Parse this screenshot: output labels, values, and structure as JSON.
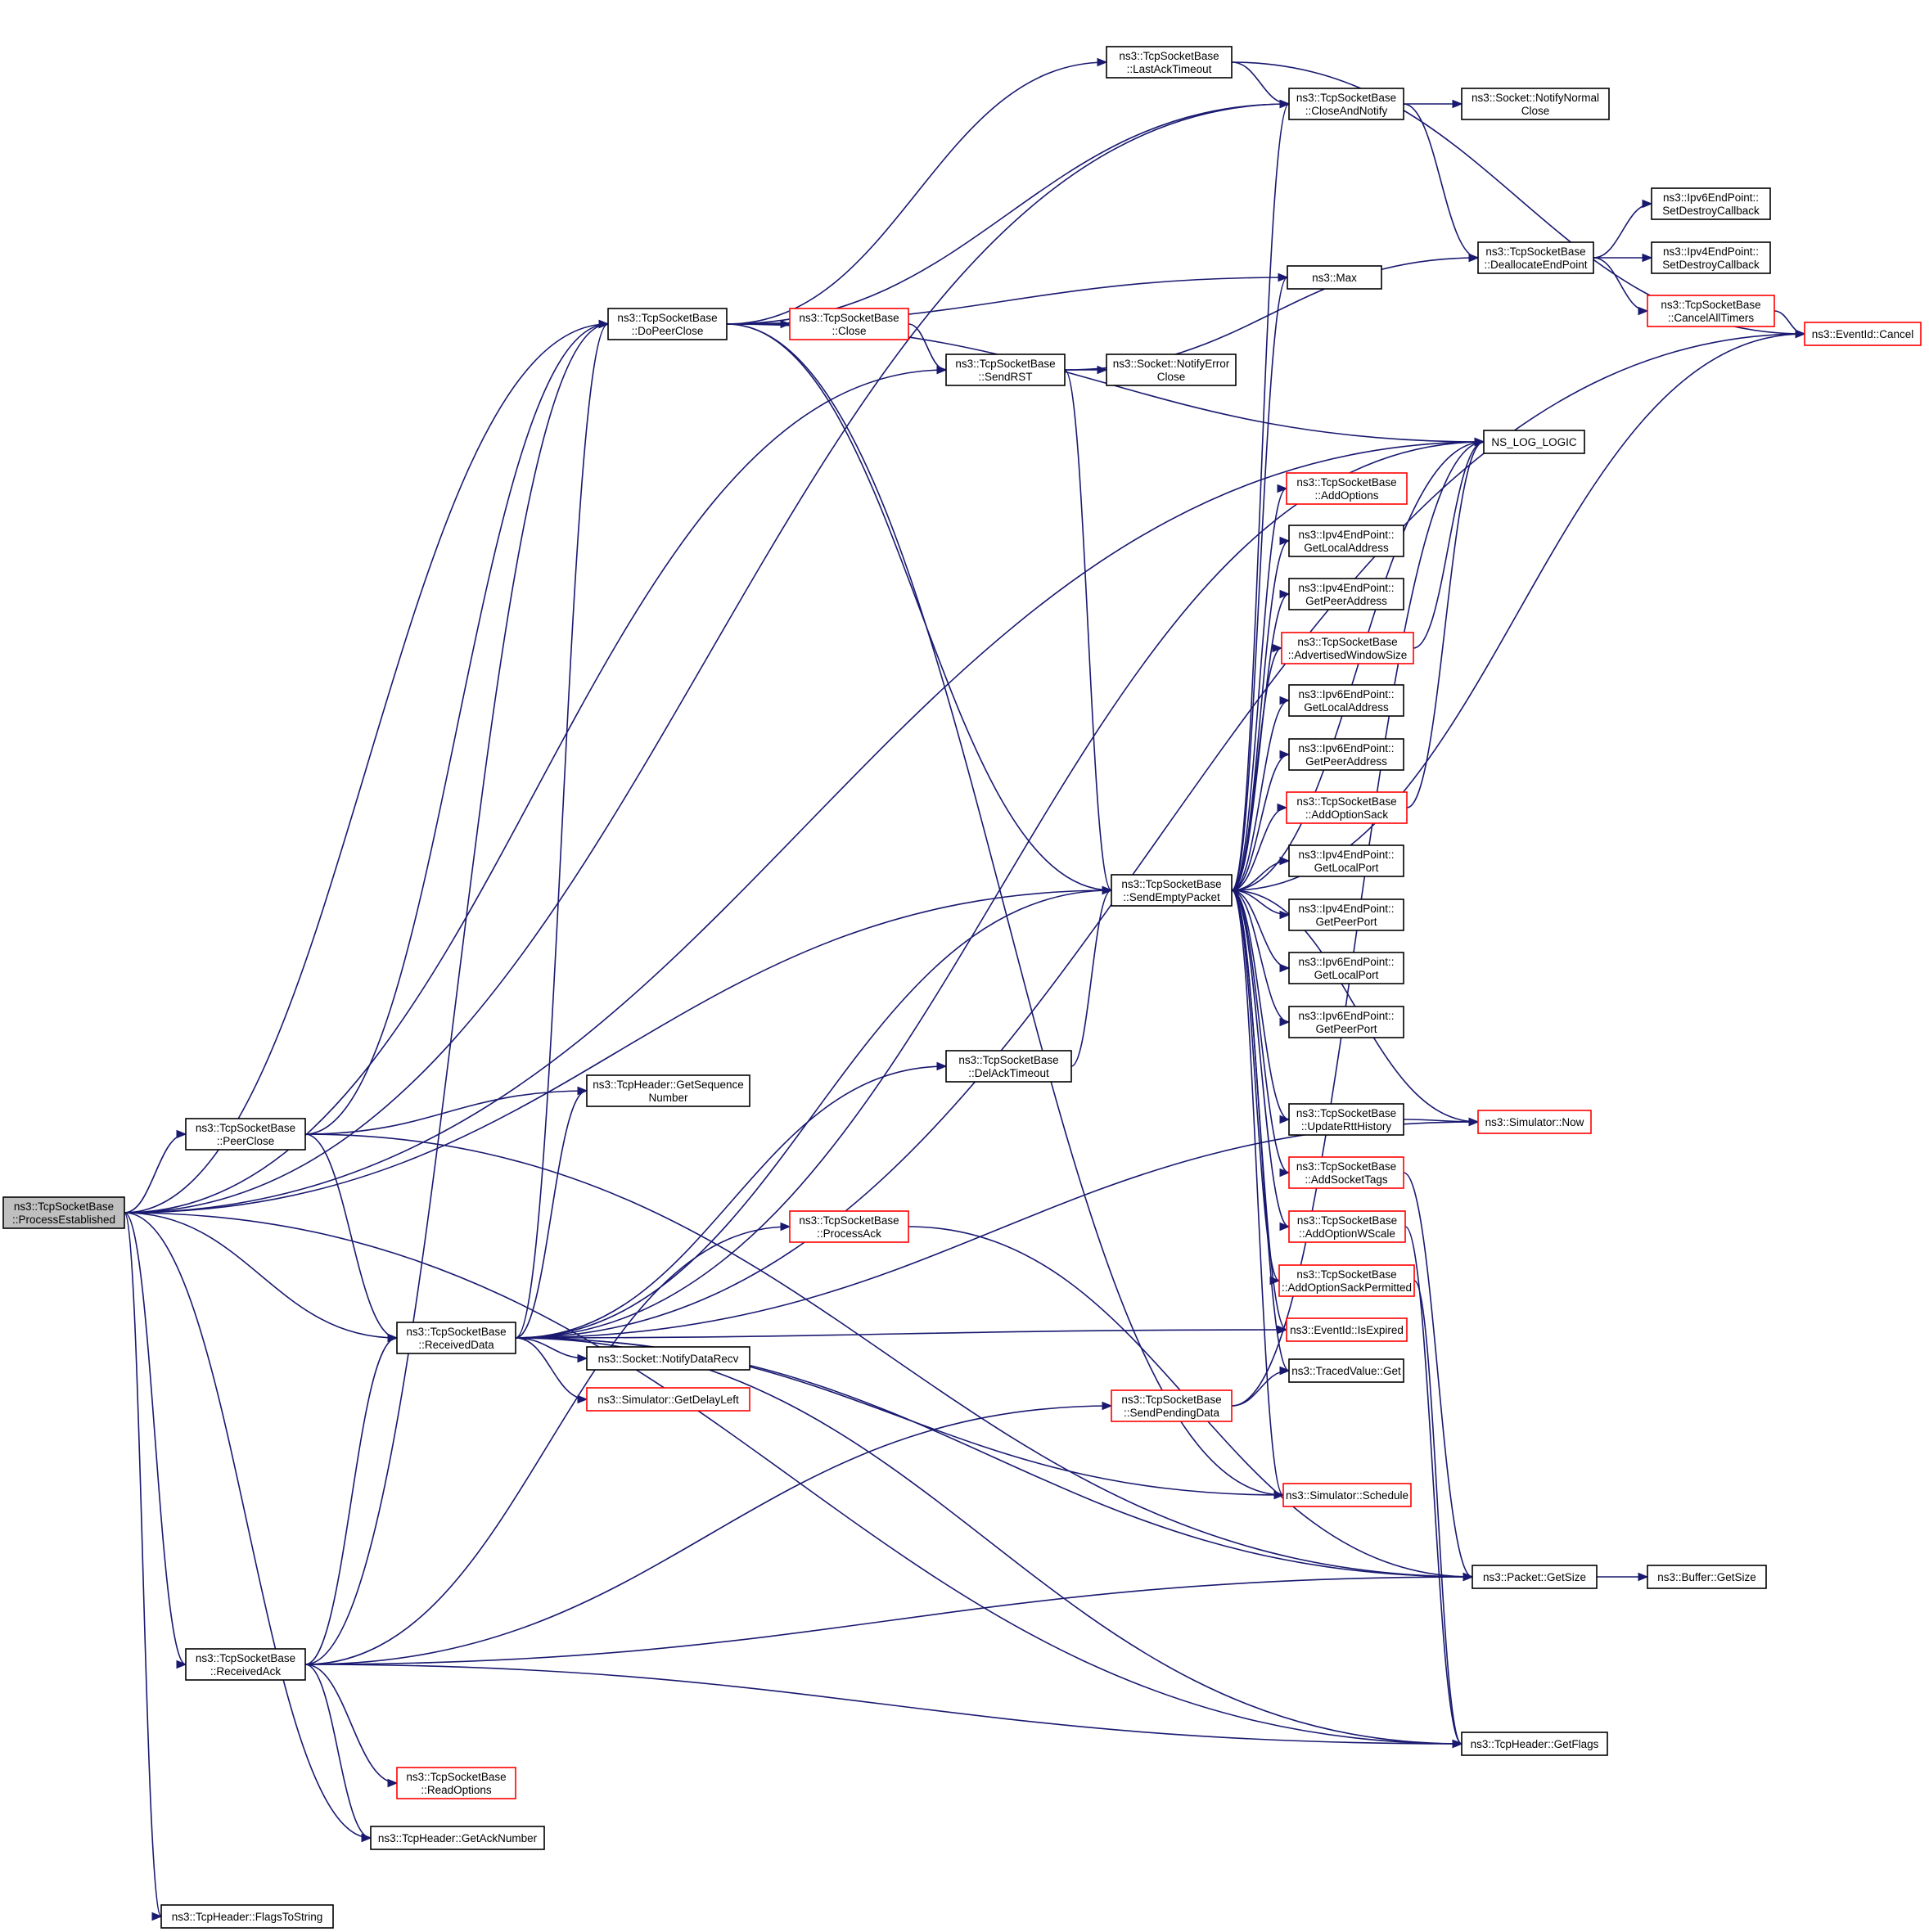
{
  "graph": {
    "colors": {
      "edge": "#191970",
      "default_border": "#000000",
      "truncated_border": "#ff0000",
      "root_fill": "#bfbfbf"
    },
    "nodes": [
      {
        "id": "root",
        "lines": [
          "ns3::TcpSocketBase",
          "::ProcessEstablished"
        ],
        "style": "root"
      },
      {
        "id": "peerclose",
        "lines": [
          "ns3::TcpSocketBase",
          "::PeerClose"
        ],
        "style": "normal"
      },
      {
        "id": "receiveddata",
        "lines": [
          "ns3::TcpSocketBase",
          "::ReceivedData"
        ],
        "style": "normal"
      },
      {
        "id": "receivedack",
        "lines": [
          "ns3::TcpSocketBase",
          "::ReceivedAck"
        ],
        "style": "normal"
      },
      {
        "id": "flagstostring",
        "lines": [
          "ns3::TcpHeader::FlagsToString"
        ],
        "style": "normal"
      },
      {
        "id": "dopeerclose",
        "lines": [
          "ns3::TcpSocketBase",
          "::DoPeerClose"
        ],
        "style": "normal"
      },
      {
        "id": "getseqnum",
        "lines": [
          "ns3::TcpHeader::GetSequence",
          "Number"
        ],
        "style": "normal"
      },
      {
        "id": "notifydatarecv",
        "lines": [
          "ns3::Socket::NotifyDataRecv"
        ],
        "style": "normal"
      },
      {
        "id": "getdelayleft",
        "lines": [
          "ns3::Simulator::GetDelayLeft"
        ],
        "style": "red"
      },
      {
        "id": "readoptions",
        "lines": [
          "ns3::TcpSocketBase",
          "::ReadOptions"
        ],
        "style": "red"
      },
      {
        "id": "getacknumber",
        "lines": [
          "ns3::TcpHeader::GetAckNumber"
        ],
        "style": "normal"
      },
      {
        "id": "close",
        "lines": [
          "ns3::TcpSocketBase",
          "::Close"
        ],
        "style": "red"
      },
      {
        "id": "processack",
        "lines": [
          "ns3::TcpSocketBase",
          "::ProcessAck"
        ],
        "style": "red"
      },
      {
        "id": "lastacktimeout",
        "lines": [
          "ns3::TcpSocketBase",
          "::LastAckTimeout"
        ],
        "style": "normal"
      },
      {
        "id": "sendrst",
        "lines": [
          "ns3::TcpSocketBase",
          "::SendRST"
        ],
        "style": "normal"
      },
      {
        "id": "notifyerrorclose",
        "lines": [
          "ns3::Socket::NotifyError",
          "Close"
        ],
        "style": "normal"
      },
      {
        "id": "delacktimeout",
        "lines": [
          "ns3::TcpSocketBase",
          "::DelAckTimeout"
        ],
        "style": "normal"
      },
      {
        "id": "sendpendingdata",
        "lines": [
          "ns3::TcpSocketBase",
          "::SendPendingData"
        ],
        "style": "red"
      },
      {
        "id": "sendemptypacket",
        "lines": [
          "ns3::TcpSocketBase",
          "::SendEmptyPacket"
        ],
        "style": "normal"
      },
      {
        "id": "max",
        "lines": [
          "ns3::Max"
        ],
        "style": "normal"
      },
      {
        "id": "closeandnotify",
        "lines": [
          "ns3::TcpSocketBase",
          "::CloseAndNotify"
        ],
        "style": "normal"
      },
      {
        "id": "notifynormalclose",
        "lines": [
          "ns3::Socket::NotifyNormal",
          "Close"
        ],
        "style": "normal"
      },
      {
        "id": "addoptions",
        "lines": [
          "ns3::TcpSocketBase",
          "::AddOptions"
        ],
        "style": "red"
      },
      {
        "id": "ipv4getlocaladdress",
        "lines": [
          "ns3::Ipv4EndPoint::",
          "GetLocalAddress"
        ],
        "style": "normal"
      },
      {
        "id": "ipv4getpeeraddress",
        "lines": [
          "ns3::Ipv4EndPoint::",
          "GetPeerAddress"
        ],
        "style": "normal"
      },
      {
        "id": "advertisedwindowsize",
        "lines": [
          "ns3::TcpSocketBase",
          "::AdvertisedWindowSize"
        ],
        "style": "red"
      },
      {
        "id": "ipv6getlocaladdress",
        "lines": [
          "ns3::Ipv6EndPoint::",
          "GetLocalAddress"
        ],
        "style": "normal"
      },
      {
        "id": "ipv6getpeeraddress",
        "lines": [
          "ns3::Ipv6EndPoint::",
          "GetPeerAddress"
        ],
        "style": "normal"
      },
      {
        "id": "addoptionsack",
        "lines": [
          "ns3::TcpSocketBase",
          "::AddOptionSack"
        ],
        "style": "red"
      },
      {
        "id": "ipv4getlocalport",
        "lines": [
          "ns3::Ipv4EndPoint::",
          "GetLocalPort"
        ],
        "style": "normal"
      },
      {
        "id": "ipv4getpeerport",
        "lines": [
          "ns3::Ipv4EndPoint::",
          "GetPeerPort"
        ],
        "style": "normal"
      },
      {
        "id": "ipv6getlocalport",
        "lines": [
          "ns3::Ipv6EndPoint::",
          "GetLocalPort"
        ],
        "style": "normal"
      },
      {
        "id": "ipv6getpeerport",
        "lines": [
          "ns3::Ipv6EndPoint::",
          "GetPeerPort"
        ],
        "style": "normal"
      },
      {
        "id": "updaterttHistory",
        "lines": [
          "ns3::TcpSocketBase",
          "::UpdateRttHistory"
        ],
        "style": "normal"
      },
      {
        "id": "addsockettags",
        "lines": [
          "ns3::TcpSocketBase",
          "::AddSocketTags"
        ],
        "style": "red"
      },
      {
        "id": "addoptionwscale",
        "lines": [
          "ns3::TcpSocketBase",
          "::AddOptionWScale"
        ],
        "style": "red"
      },
      {
        "id": "addoptionsackpermitted",
        "lines": [
          "ns3::TcpSocketBase",
          "::AddOptionSackPermitted"
        ],
        "style": "red"
      },
      {
        "id": "isexpired",
        "lines": [
          "ns3::EventId::IsExpired"
        ],
        "style": "red"
      },
      {
        "id": "tracedvalueget",
        "lines": [
          "ns3::TracedValue::Get"
        ],
        "style": "normal"
      },
      {
        "id": "schedule",
        "lines": [
          "ns3::Simulator::Schedule"
        ],
        "style": "red"
      },
      {
        "id": "deallocateendpoint",
        "lines": [
          "ns3::TcpSocketBase",
          "::DeallocateEndPoint"
        ],
        "style": "normal"
      },
      {
        "id": "nslogLogic",
        "lines": [
          "NS_LOG_LOGIC"
        ],
        "style": "normal"
      },
      {
        "id": "simulatornow",
        "lines": [
          "ns3::Simulator::Now"
        ],
        "style": "red"
      },
      {
        "id": "packetgetsize",
        "lines": [
          "ns3::Packet::GetSize"
        ],
        "style": "normal"
      },
      {
        "id": "tcpheadergetflags",
        "lines": [
          "ns3::TcpHeader::GetFlags"
        ],
        "style": "normal"
      },
      {
        "id": "ipv6setdestroy",
        "lines": [
          "ns3::Ipv6EndPoint::",
          "SetDestroyCallback"
        ],
        "style": "normal"
      },
      {
        "id": "ipv4setdestroy",
        "lines": [
          "ns3::Ipv4EndPoint::",
          "SetDestroyCallback"
        ],
        "style": "normal"
      },
      {
        "id": "cancelalltimers",
        "lines": [
          "ns3::TcpSocketBase",
          "::CancelAllTimers"
        ],
        "style": "red"
      },
      {
        "id": "eventidcancel",
        "lines": [
          "ns3::EventId::Cancel"
        ],
        "style": "red"
      },
      {
        "id": "buffergetsize",
        "lines": [
          "ns3::Buffer::GetSize"
        ],
        "style": "normal"
      }
    ],
    "edges": [
      [
        "root",
        "peerclose"
      ],
      [
        "root",
        "receiveddata"
      ],
      [
        "root",
        "receivedack"
      ],
      [
        "root",
        "flagstostring"
      ],
      [
        "root",
        "dopeerclose"
      ],
      [
        "root",
        "sendrst"
      ],
      [
        "root",
        "sendemptypacket"
      ],
      [
        "root",
        "closeandnotify"
      ],
      [
        "root",
        "nslogLogic"
      ],
      [
        "root",
        "getacknumber"
      ],
      [
        "root",
        "tcpheadergetflags"
      ],
      [
        "peerclose",
        "dopeerclose"
      ],
      [
        "peerclose",
        "getseqnum"
      ],
      [
        "peerclose",
        "receiveddata"
      ],
      [
        "peerclose",
        "packetgetsize"
      ],
      [
        "receivedack",
        "receiveddata"
      ],
      [
        "receivedack",
        "dopeerclose"
      ],
      [
        "receivedack",
        "processack"
      ],
      [
        "receivedack",
        "readoptions"
      ],
      [
        "receivedack",
        "getacknumber"
      ],
      [
        "receivedack",
        "sendpendingdata"
      ],
      [
        "receivedack",
        "packetgetsize"
      ],
      [
        "receivedack",
        "tcpheadergetflags"
      ],
      [
        "receiveddata",
        "dopeerclose"
      ],
      [
        "receiveddata",
        "getseqnum"
      ],
      [
        "receiveddata",
        "notifydatarecv"
      ],
      [
        "receiveddata",
        "getdelayleft"
      ],
      [
        "receiveddata",
        "delacktimeout"
      ],
      [
        "receiveddata",
        "sendemptypacket"
      ],
      [
        "receiveddata",
        "nslogLogic"
      ],
      [
        "receiveddata",
        "isexpired"
      ],
      [
        "receiveddata",
        "schedule"
      ],
      [
        "receiveddata",
        "packetgetsize"
      ],
      [
        "receiveddata",
        "tcpheadergetflags"
      ],
      [
        "receiveddata",
        "eventidcancel"
      ],
      [
        "receiveddata",
        "simulatornow"
      ],
      [
        "dopeerclose",
        "close"
      ],
      [
        "dopeerclose",
        "lastacktimeout"
      ],
      [
        "dopeerclose",
        "closeandnotify"
      ],
      [
        "dopeerclose",
        "max"
      ],
      [
        "dopeerclose",
        "nslogLogic"
      ],
      [
        "dopeerclose",
        "sendemptypacket"
      ],
      [
        "dopeerclose",
        "schedule"
      ],
      [
        "close",
        "sendrst"
      ],
      [
        "sendrst",
        "notifyerrorclose"
      ],
      [
        "sendrst",
        "deallocateendpoint"
      ],
      [
        "sendrst",
        "sendemptypacket"
      ],
      [
        "lastacktimeout",
        "closeandnotify"
      ],
      [
        "lastacktimeout",
        "eventidcancel"
      ],
      [
        "closeandnotify",
        "notifynormalclose"
      ],
      [
        "closeandnotify",
        "deallocateendpoint"
      ],
      [
        "delacktimeout",
        "sendemptypacket"
      ],
      [
        "processack",
        "packetgetsize"
      ],
      [
        "sendpendingdata",
        "tracedvalueget"
      ],
      [
        "sendpendingdata",
        "nslogLogic"
      ],
      [
        "sendemptypacket",
        "max"
      ],
      [
        "sendemptypacket",
        "closeandnotify"
      ],
      [
        "sendemptypacket",
        "nslogLogic"
      ],
      [
        "sendemptypacket",
        "eventidcancel"
      ],
      [
        "sendemptypacket",
        "addoptions"
      ],
      [
        "sendemptypacket",
        "ipv4getlocaladdress"
      ],
      [
        "sendemptypacket",
        "ipv4getpeeraddress"
      ],
      [
        "sendemptypacket",
        "advertisedwindowsize"
      ],
      [
        "sendemptypacket",
        "ipv6getlocaladdress"
      ],
      [
        "sendemptypacket",
        "ipv6getpeeraddress"
      ],
      [
        "sendemptypacket",
        "addoptionsack"
      ],
      [
        "sendemptypacket",
        "ipv4getlocalport"
      ],
      [
        "sendemptypacket",
        "ipv4getpeerport"
      ],
      [
        "sendemptypacket",
        "ipv6getlocalport"
      ],
      [
        "sendemptypacket",
        "ipv6getpeerport"
      ],
      [
        "sendemptypacket",
        "simulatornow"
      ],
      [
        "sendemptypacket",
        "updaterttHistory"
      ],
      [
        "sendemptypacket",
        "addsockettags"
      ],
      [
        "sendemptypacket",
        "addoptionwscale"
      ],
      [
        "sendemptypacket",
        "addoptionsackpermitted"
      ],
      [
        "sendemptypacket",
        "isexpired"
      ],
      [
        "sendemptypacket",
        "tracedvalueget"
      ],
      [
        "sendemptypacket",
        "schedule"
      ],
      [
        "advertisedwindowsize",
        "nslogLogic"
      ],
      [
        "addoptionsack",
        "nslogLogic"
      ],
      [
        "updaterttHistory",
        "simulatornow"
      ],
      [
        "addsockettags",
        "packetgetsize"
      ],
      [
        "addoptionwscale",
        "tcpheadergetflags"
      ],
      [
        "addoptionsackpermitted",
        "tcpheadergetflags"
      ],
      [
        "deallocateendpoint",
        "ipv6setdestroy"
      ],
      [
        "deallocateendpoint",
        "ipv4setdestroy"
      ],
      [
        "deallocateendpoint",
        "cancelalltimers"
      ],
      [
        "cancelalltimers",
        "eventidcancel"
      ],
      [
        "packetgetsize",
        "buffergetsize"
      ]
    ]
  }
}
